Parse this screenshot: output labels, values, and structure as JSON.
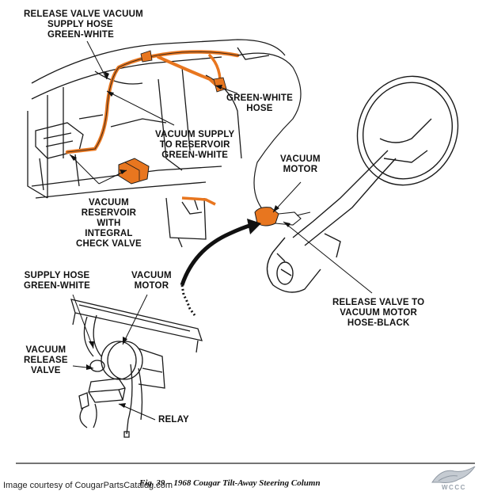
{
  "labels": {
    "release_valve_supply": [
      "RELEASE VALVE VACUUM",
      "SUPPLY HOSE",
      "GREEN-WHITE"
    ],
    "green_white_hose": [
      "GREEN-WHITE",
      "HOSE"
    ],
    "vacuum_supply_reservoir": [
      "VACUUM SUPPLY",
      "TO RESERVOIR",
      "GREEN-WHITE"
    ],
    "vacuum_motor_top": [
      "VACUUM",
      "MOTOR"
    ],
    "vacuum_reservoir": [
      "VACUUM",
      "RESERVOIR",
      "WITH",
      "INTEGRAL",
      "CHECK VALVE"
    ],
    "supply_hose": [
      "SUPPLY HOSE",
      "GREEN-WHITE"
    ],
    "vacuum_motor_bottom": [
      "VACUUM",
      "MOTOR"
    ],
    "release_valve_hose": [
      "RELEASE VALVE TO",
      "VACUUM MOTOR",
      "HOSE-BLACK"
    ],
    "vacuum_release_valve": [
      "VACUUM",
      "RELEASE",
      "VALVE"
    ],
    "relay": "RELAY"
  },
  "caption": "Fig. 39 – 1968 Cougar Tilt-Away Steering Column",
  "credit": "Image courtesy of CougarPartsCatalog.com",
  "logo_text": "WCCC",
  "colors": {
    "hose": "#e8761f",
    "ink": "#1a1a1a",
    "background": "#ffffff"
  }
}
